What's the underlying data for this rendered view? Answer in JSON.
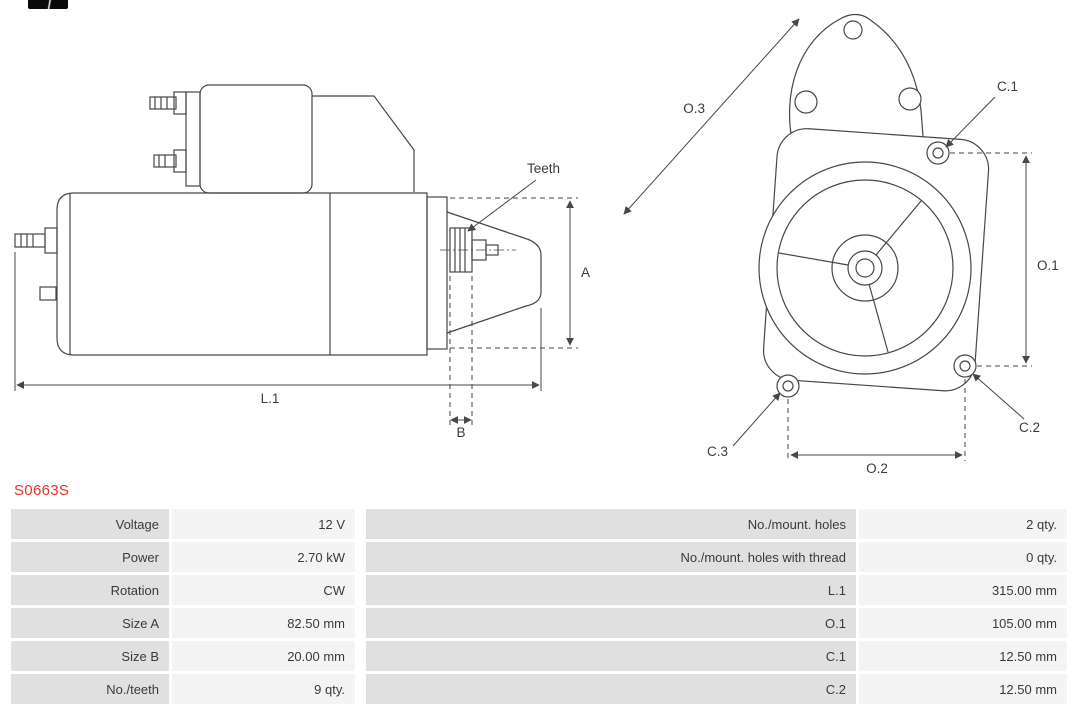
{
  "part_number": "S0663S",
  "colors": {
    "part_number": "#e8312a",
    "table_label_bg": "#e0e0e0",
    "table_value_bg": "#f4f4f4",
    "drawing_stroke": "#474747"
  },
  "diagram": {
    "side_view_labels": {
      "teeth": "Teeth",
      "a": "A",
      "b": "B",
      "l1": "L.1"
    },
    "front_view_labels": {
      "o1": "O.1",
      "o2": "O.2",
      "o3": "O.3",
      "c1": "C.1",
      "c2": "C.2",
      "c3": "C.3"
    }
  },
  "table": {
    "left": [
      {
        "label": "Voltage",
        "value": "12 V"
      },
      {
        "label": "Power",
        "value": "2.70 kW"
      },
      {
        "label": "Rotation",
        "value": "CW"
      },
      {
        "label": "Size A",
        "value": "82.50 mm"
      },
      {
        "label": "Size B",
        "value": "20.00 mm"
      },
      {
        "label": "No./teeth",
        "value": "9 qty."
      }
    ],
    "right": [
      {
        "label": "No./mount. holes",
        "value": "2 qty."
      },
      {
        "label": "No./mount. holes with thread",
        "value": "0 qty."
      },
      {
        "label": "L.1",
        "value": "315.00 mm"
      },
      {
        "label": "O.1",
        "value": "105.00 mm"
      },
      {
        "label": "C.1",
        "value": "12.50 mm"
      },
      {
        "label": "C.2",
        "value": "12.50 mm"
      }
    ]
  }
}
